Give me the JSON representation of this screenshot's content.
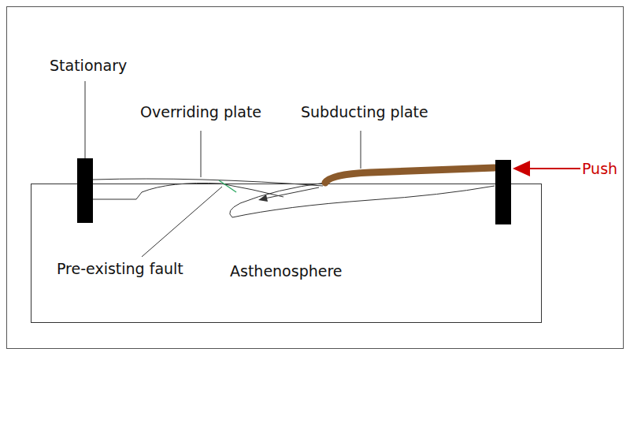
{
  "diagram": {
    "labels": [
      "Stationary",
      "Overriding plate",
      "Subducting plate",
      "Push",
      "Pre-existing fault",
      "Asthenosphere"
    ]
  }
}
